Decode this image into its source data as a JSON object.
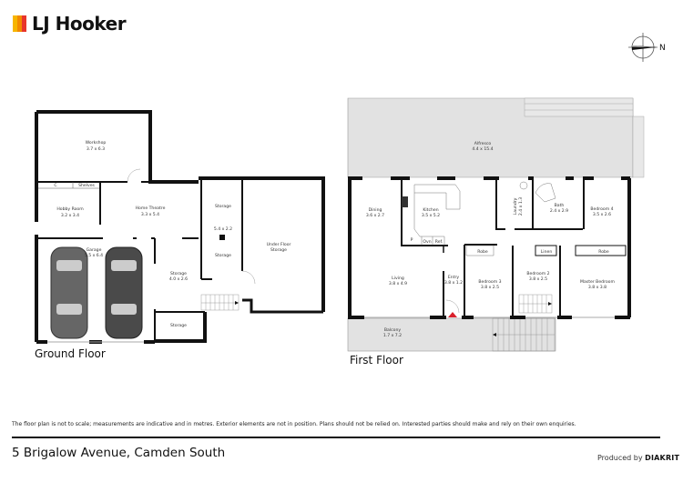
{
  "header": {
    "logo_text": "LJ Hooker",
    "logo_colors": [
      "#F7B500",
      "#F28A00",
      "#E8352B"
    ],
    "compass_label": "N"
  },
  "ground_floor": {
    "label": "Ground Floor",
    "rooms": [
      {
        "name": "Workshop",
        "dims": "3.7 x 6.3"
      },
      {
        "name": "Hobby Room",
        "dims": "3.2 x 3.4"
      },
      {
        "name": "Home Theatre",
        "dims": "3.3 x 5.4"
      },
      {
        "name": "Storage",
        "dims": "5.4 x 2.2"
      },
      {
        "name": "Storage",
        "dims": ""
      },
      {
        "name": "Under Floor Storage",
        "dims": ""
      },
      {
        "name": "Garage",
        "dims": "5.5 x 6.4"
      },
      {
        "name": "Storage",
        "dims": "4.0 x 2.6"
      },
      {
        "name": "Storage",
        "dims": ""
      }
    ],
    "fixtures": {
      "cupboard": "C",
      "shelves": "Shelves"
    }
  },
  "first_floor": {
    "label": "First Floor",
    "rooms": [
      {
        "name": "Alfresco",
        "dims": "4.4 x 15.4"
      },
      {
        "name": "Dining",
        "dims": "3.6 x 2.7"
      },
      {
        "name": "Kitchen",
        "dims": "3.5 x 5.2"
      },
      {
        "name": "Laundry",
        "dims": "2.4 x 1.3"
      },
      {
        "name": "Bath",
        "dims": "2.4 x 2.9"
      },
      {
        "name": "Bedroom 4",
        "dims": "3.5 x 2.6"
      },
      {
        "name": "Living",
        "dims": "3.8 x 4.9"
      },
      {
        "name": "Entry",
        "dims": "3.8 x 1.2"
      },
      {
        "name": "Bedroom 3",
        "dims": "3.8 x 2.5"
      },
      {
        "name": "Bedroom 2",
        "dims": "3.8 x 2.5"
      },
      {
        "name": "Master Bedroom",
        "dims": "3.8 x 3.8"
      },
      {
        "name": "Balcony",
        "dims": "1.7 x 7.2"
      }
    ],
    "fixtures": {
      "pantry": "P",
      "oven": "Ovn",
      "fridge": "Ref.",
      "robe": "Robe",
      "linen": "Linen"
    }
  },
  "footer": {
    "disclaimer": "The floor plan is not to scale; measurements are indicative and in metres. Exterior elements are not in position. Plans should not be relied on. Interested parties should make and rely on their own enquiries.",
    "address": "5 Brigalow Avenue, Camden South",
    "produced_by_prefix": "Produced by",
    "produced_by_brand": "DIAKRIT"
  }
}
